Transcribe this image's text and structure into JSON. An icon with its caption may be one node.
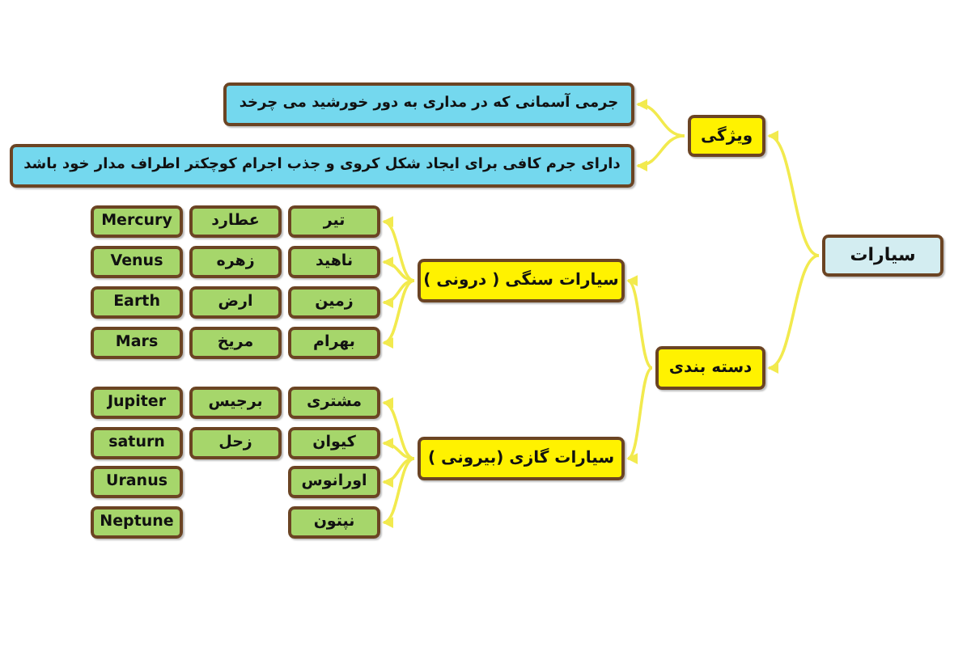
{
  "diagram": {
    "nodes": [
      {
        "text": [
          "سیارات"
        ]
      },
      {
        "text": [
          "ویژگی"
        ]
      },
      {
        "text": [
          "جرمی آسمانی که در مداری به دور خورشید می چرخد"
        ]
      },
      {
        "text": [
          "دارای جرم کافی برای ایجاد شکل کروی و جذب اجرام کوچکتر اطراف مدار خود باشد"
        ]
      },
      {
        "text": [
          "دسته بندی"
        ]
      },
      {
        "text": [
          "سیارات سنگی ( درونی )"
        ]
      },
      {
        "text": [
          "تیر"
        ]
      },
      {
        "text": [
          "عطارد"
        ]
      },
      {
        "text": [
          "Mercury"
        ]
      },
      {
        "text": [
          "ناهید"
        ]
      },
      {
        "text": [
          "زهره"
        ]
      },
      {
        "text": [
          "Venus"
        ]
      },
      {
        "text": [
          "زمین"
        ]
      },
      {
        "text": [
          "ارض"
        ]
      },
      {
        "text": [
          "Earth"
        ]
      },
      {
        "text": [
          "بهرام"
        ]
      },
      {
        "text": [
          "مریخ"
        ]
      },
      {
        "text": [
          "Mars"
        ]
      },
      {
        "text": [
          "سیارات گازی (بیرونی )"
        ]
      },
      {
        "text": [
          "مشتری"
        ]
      },
      {
        "text": [
          "برجیس"
        ]
      },
      {
        "text": [
          "Jupiter"
        ]
      },
      {
        "text": [
          "کیوان"
        ]
      },
      {
        "text": [
          "زحل"
        ]
      },
      {
        "text": [
          "saturn"
        ]
      },
      {
        "text": [
          "اورانوس"
        ]
      },
      {
        "text": [
          "Uranus"
        ]
      },
      {
        "text": [
          "نپتون"
        ]
      },
      {
        "text": [
          "Neptune"
        ]
      }
    ],
    "edges": [
      {
        "from": 0,
        "to": 1,
        "arrow": "to"
      },
      {
        "from": 0,
        "to": 4,
        "arrow": "to"
      },
      {
        "from": 1,
        "to": 2,
        "arrow": "to"
      },
      {
        "from": 1,
        "to": 3,
        "arrow": "to"
      },
      {
        "from": 4,
        "to": 5,
        "arrow": "to"
      },
      {
        "from": 4,
        "to": 18,
        "arrow": "to"
      },
      {
        "from": 5,
        "to": 6,
        "arrow": "to"
      },
      {
        "from": 5,
        "to": 9,
        "arrow": "to"
      },
      {
        "from": 5,
        "to": 12,
        "arrow": "to"
      },
      {
        "from": 5,
        "to": 15,
        "arrow": "to"
      },
      {
        "from": 18,
        "to": 19,
        "arrow": "to"
      },
      {
        "from": 18,
        "to": 22,
        "arrow": "to"
      },
      {
        "from": 18,
        "to": 25,
        "arrow": "to"
      },
      {
        "from": 18,
        "to": 27,
        "arrow": "to"
      }
    ]
  }
}
